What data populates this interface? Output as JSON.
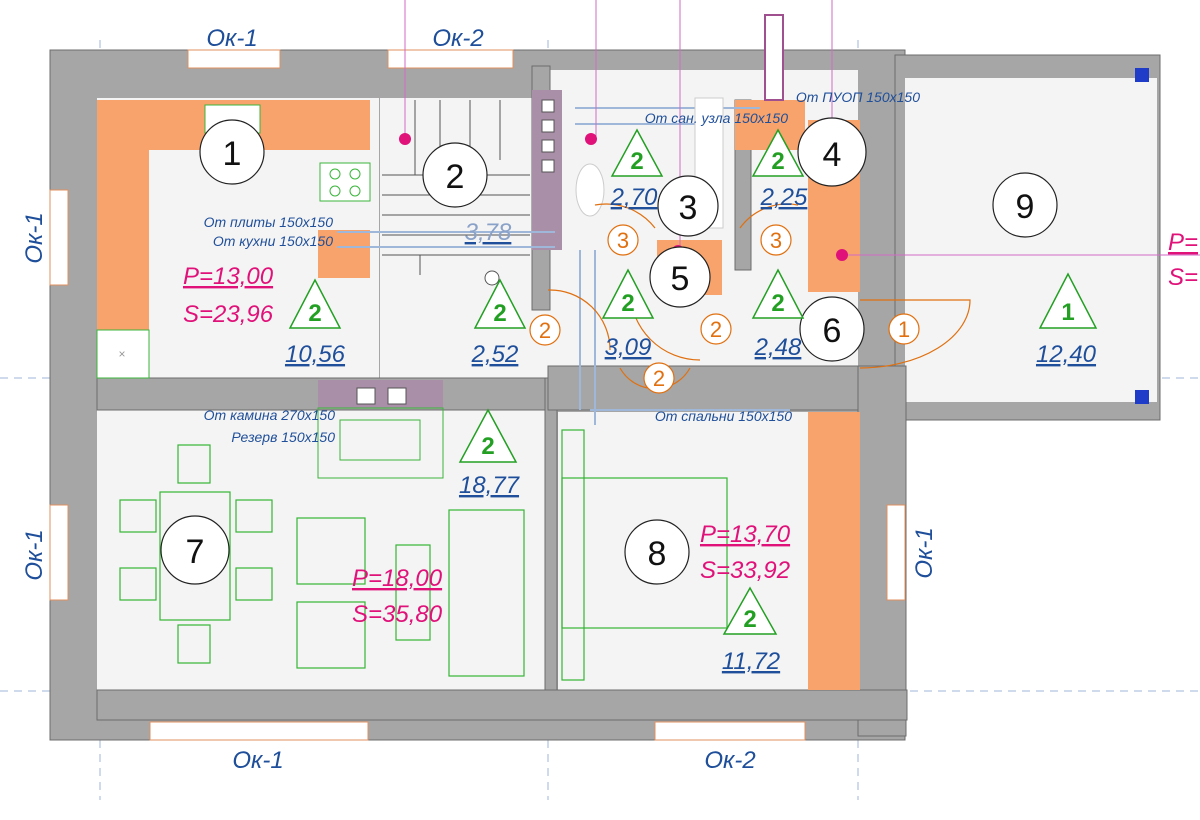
{
  "windows": {
    "top_ok1": "Ок-1",
    "top_ok2": "Ок-2",
    "left_ok1_upper": "Ок-1",
    "left_ok1_lower": "Ок-1",
    "bottom_ok1": "Ок-1",
    "bottom_ok2": "Ок-2",
    "right_ok1": "Ок-1"
  },
  "rooms": {
    "r1": "1",
    "r2": "2",
    "r3": "3",
    "r4": "4",
    "r5": "5",
    "r6": "6",
    "r7": "7",
    "r8": "8",
    "r9": "9"
  },
  "areas": {
    "a_kitchen": "10,56",
    "a_stair": "3,78",
    "a_hall": "2,52",
    "a_bath3": "2,70",
    "a_room4": "2,25",
    "a_corr": "3,09",
    "a_room6": "2,48",
    "a_room9": "12,40",
    "a_living": "18,77",
    "a_bedroom": "11,72"
  },
  "perimeters": {
    "kitchen_p": "P=13,00",
    "kitchen_s": "S=23,96",
    "living_p": "P=18,00",
    "living_s": "S=35,80",
    "bedroom_p": "P=13,70",
    "bedroom_s": "S=33,92",
    "cut_p": "P=",
    "cut_s": "S="
  },
  "ducts": {
    "puop": "От ПУОП 150x150",
    "sanuzel": "От сан. узла 150x150",
    "plita": "От плиты 150x150",
    "kuhni": "От кухни 150x150",
    "kamina": "От камина 270x150",
    "rezerv": "Резерв 150x150",
    "spalni": "От спальни 150x150"
  },
  "triangle_marks": {
    "t_kitchen": "2",
    "t_hall": "2",
    "t_bath": "2",
    "t_room4": "2",
    "t_corr": "2",
    "t_room6": "2",
    "t_terrace": "1",
    "t_living": "2",
    "t_bed": "2"
  },
  "door_marks": {
    "d3a": "3",
    "d3b": "3",
    "d2a": "2",
    "d2b": "2",
    "d2c": "2",
    "d1": "1"
  },
  "colors": {
    "wall": "#a6a6a6",
    "counter_orange": "#f7a36b",
    "duct_purple": "#a98fa8",
    "label_blue": "#1f4f9a",
    "label_pink": "#e0127a",
    "mark_green": "#23a023",
    "door_orange": "#e07010"
  }
}
